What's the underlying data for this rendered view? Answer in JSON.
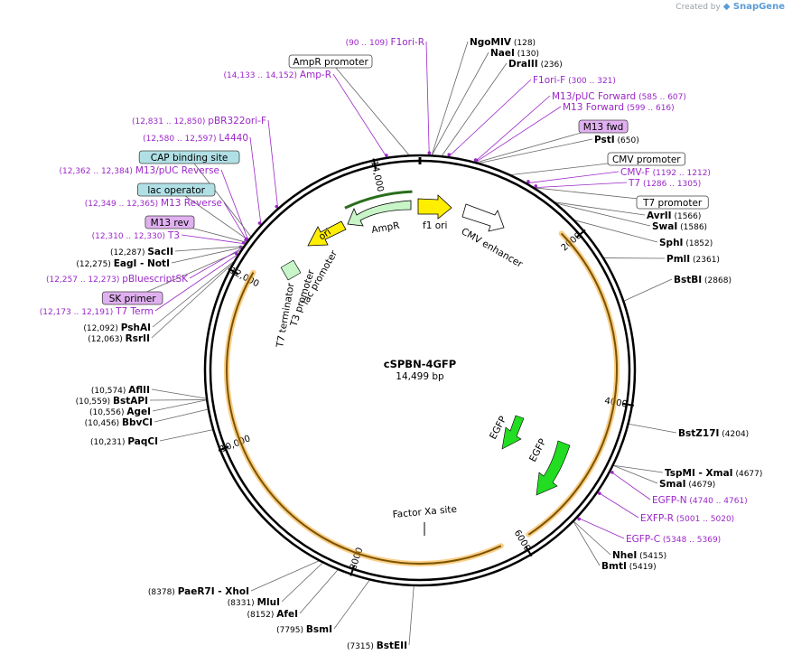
{
  "watermark": {
    "created_by": "Created by",
    "brand": "SnapGene"
  },
  "plasmid": {
    "name": "cSPBN-4GFP",
    "length_label": "14,499 bp",
    "length": 14499
  },
  "colors": {
    "enzyme": "#000000",
    "primer": "#9b27c8",
    "feature_box": "#b0e0e6",
    "primer_box": "#e0b0f0",
    "orf": "#f5a623",
    "gfp": "#22dd22",
    "ampr": "#c8f5c8",
    "ori": "#ffee00",
    "dark_green": "#2a6e1c"
  },
  "ticks": [
    {
      "pos": 2000,
      "label": "2000"
    },
    {
      "pos": 4000,
      "label": "4000"
    },
    {
      "pos": 6000,
      "label": "6000"
    },
    {
      "pos": 8000,
      "label": "8000"
    },
    {
      "pos": 10000,
      "label": "10,000"
    },
    {
      "pos": 12000,
      "label": "12,000"
    },
    {
      "pos": 14000,
      "label": "14,000"
    }
  ],
  "labels": [
    {
      "id": "f1ori-r",
      "kind": "primer",
      "name": "F1ori-R",
      "range": "(90 .. 109)",
      "side": "left",
      "pos": 99
    },
    {
      "id": "ngomiv",
      "kind": "enzyme",
      "name": "NgoMIV",
      "range": "(128)",
      "side": "right",
      "pos": 128
    },
    {
      "id": "nae",
      "kind": "enzyme",
      "name": "NaeI",
      "range": "(130)",
      "side": "right",
      "pos": 130
    },
    {
      "id": "draiii",
      "kind": "enzyme",
      "name": "DraIII",
      "range": "(236)",
      "side": "right",
      "pos": 236
    },
    {
      "id": "f1ori-f",
      "kind": "primer",
      "name": "F1ori-F",
      "range": "(300 .. 321)",
      "side": "right",
      "pos": 310
    },
    {
      "id": "m13puc-fwd",
      "kind": "primer",
      "name": "M13/pUC Forward",
      "range": "(585 .. 607)",
      "side": "right",
      "pos": 596
    },
    {
      "id": "m13-forward",
      "kind": "primer",
      "name": "M13 Forward",
      "range": "(599 .. 616)",
      "side": "right",
      "pos": 607
    },
    {
      "id": "m13-fwd-box",
      "kind": "primerbox",
      "name": "M13 fwd",
      "range": "",
      "side": "right",
      "pos": 620
    },
    {
      "id": "psti",
      "kind": "enzyme",
      "name": "PstI",
      "range": "(650)",
      "side": "right",
      "pos": 650
    },
    {
      "id": "cmv-promoter",
      "kind": "featbox-white",
      "name": "CMV promoter",
      "range": "",
      "side": "right",
      "pos": 1010
    },
    {
      "id": "cmv-f",
      "kind": "primer",
      "name": "CMV-F",
      "range": "(1192 .. 1212)",
      "side": "right",
      "pos": 1202
    },
    {
      "id": "t7",
      "kind": "primer",
      "name": "T7",
      "range": "(1286 .. 1305)",
      "side": "right",
      "pos": 1295
    },
    {
      "id": "t7-promoter",
      "kind": "featbox-white",
      "name": "T7 promoter",
      "range": "",
      "side": "right",
      "pos": 1300
    },
    {
      "id": "avrii",
      "kind": "enzyme",
      "name": "AvrII",
      "range": "(1566)",
      "side": "right",
      "pos": 1566
    },
    {
      "id": "swai",
      "kind": "enzyme",
      "name": "SwaI",
      "range": "(1586)",
      "side": "right",
      "pos": 1586
    },
    {
      "id": "sphi",
      "kind": "enzyme",
      "name": "SphI",
      "range": "(1852)",
      "side": "right",
      "pos": 1852
    },
    {
      "id": "pmli",
      "kind": "enzyme",
      "name": "PmlI",
      "range": "(2361)",
      "side": "right",
      "pos": 2361
    },
    {
      "id": "bstbi",
      "kind": "enzyme",
      "name": "BstBI",
      "range": "(2868)",
      "side": "right",
      "pos": 2868
    },
    {
      "id": "bstz17i",
      "kind": "enzyme",
      "name": "BstZ17I",
      "range": "(4204)",
      "side": "right",
      "pos": 4204
    },
    {
      "id": "tspmi",
      "kind": "enzyme",
      "name": "TspMI",
      "name2": "- XmaI",
      "range": "(4677)",
      "side": "right",
      "pos": 4677
    },
    {
      "id": "smai",
      "kind": "enzyme",
      "name": "SmaI",
      "range": "(4679)",
      "side": "right",
      "pos": 4679
    },
    {
      "id": "egfp-n",
      "kind": "primer",
      "name": "EGFP-N",
      "range": "(4740 .. 4761)",
      "side": "right",
      "pos": 4750
    },
    {
      "id": "exfp-r",
      "kind": "primer",
      "name": "EXFP-R",
      "range": "(5001 .. 5020)",
      "side": "right",
      "pos": 5010
    },
    {
      "id": "egfp-c",
      "kind": "primer",
      "name": "EGFP-C",
      "range": "(5348 .. 5369)",
      "side": "right",
      "pos": 5358
    },
    {
      "id": "nhei",
      "kind": "enzyme",
      "name": "NheI",
      "range": "(5415)",
      "side": "right",
      "pos": 5415
    },
    {
      "id": "bmti",
      "kind": "enzyme",
      "name": "BmtI",
      "range": "(5419)",
      "side": "right",
      "pos": 5419
    },
    {
      "id": "bsteii",
      "kind": "enzyme",
      "name": "BstEII",
      "range": "(7315)",
      "side": "left",
      "pos": 7315
    },
    {
      "id": "bsmi",
      "kind": "enzyme",
      "name": "BsmI",
      "range": "(7795)",
      "side": "left",
      "pos": 7795
    },
    {
      "id": "afei",
      "kind": "enzyme",
      "name": "AfeI",
      "range": "(8152)",
      "side": "left",
      "pos": 8152
    },
    {
      "id": "mlui",
      "kind": "enzyme",
      "name": "MluI",
      "range": "(8331)",
      "side": "left",
      "pos": 8331
    },
    {
      "id": "paer7i",
      "kind": "enzyme",
      "name": "PaeR7I",
      "name2": "- XhoI",
      "range": "(8378)",
      "side": "left",
      "pos": 8378
    },
    {
      "id": "paqci",
      "kind": "enzyme",
      "name": "PaqCI",
      "range": "(10,231)",
      "side": "left",
      "pos": 10231
    },
    {
      "id": "bbvci",
      "kind": "enzyme",
      "name": "BbvCI",
      "range": "(10,456)",
      "side": "left",
      "pos": 10456
    },
    {
      "id": "agei",
      "kind": "enzyme",
      "name": "AgeI",
      "range": "(10,556)",
      "side": "left",
      "pos": 10556
    },
    {
      "id": "bstapi",
      "kind": "enzyme",
      "name": "BstAPI",
      "range": "(10,559)",
      "side": "left",
      "pos": 10559
    },
    {
      "id": "aflii",
      "kind": "enzyme",
      "name": "AflII",
      "range": "(10,574)",
      "side": "left",
      "pos": 10574
    },
    {
      "id": "rsrii",
      "kind": "enzyme",
      "name": "RsrII",
      "range": "(12,063)",
      "side": "left",
      "pos": 12063
    },
    {
      "id": "pshai",
      "kind": "enzyme",
      "name": "PshAI",
      "range": "(12,092)",
      "side": "left",
      "pos": 12092
    },
    {
      "id": "t7-term",
      "kind": "primer",
      "name": "T7 Term",
      "range": "(12,173 .. 12,191)",
      "side": "left",
      "pos": 12182
    },
    {
      "id": "sk-primer",
      "kind": "primerbox",
      "name": "SK primer",
      "range": "",
      "side": "left",
      "pos": 12230
    },
    {
      "id": "pbluescriptsk",
      "kind": "primer",
      "name": "pBluescriptSK",
      "range": "(12,257 .. 12,273)",
      "side": "left",
      "pos": 12265
    },
    {
      "id": "eagi",
      "kind": "enzyme",
      "name": "EagI",
      "name2": "- NotI",
      "range": "(12,275)",
      "side": "left",
      "pos": 12275
    },
    {
      "id": "sacii",
      "kind": "enzyme",
      "name": "SacII",
      "range": "(12,287)",
      "side": "left",
      "pos": 12287
    },
    {
      "id": "t3",
      "kind": "primer",
      "name": "T3",
      "range": "(12,310 .. 12,330)",
      "side": "left",
      "pos": 12320
    },
    {
      "id": "m13-rev-box",
      "kind": "primerbox",
      "name": "M13 rev",
      "range": "",
      "side": "left",
      "pos": 12340
    },
    {
      "id": "m13-reverse",
      "kind": "primer",
      "name": "M13 Reverse",
      "range": "(12,349 .. 12,365)",
      "side": "left",
      "pos": 12357
    },
    {
      "id": "lac-operator",
      "kind": "featbox",
      "name": "lac operator",
      "range": "",
      "side": "left",
      "pos": 12372
    },
    {
      "id": "m13puc-rev",
      "kind": "primer",
      "name": "M13/pUC Reverse",
      "range": "(12,362 .. 12,384)",
      "side": "left",
      "pos": 12373
    },
    {
      "id": "cap-binding-site",
      "kind": "featbox",
      "name": "CAP binding site",
      "range": "",
      "side": "left",
      "pos": 12420
    },
    {
      "id": "l4440",
      "kind": "primer",
      "name": "L4440",
      "range": "(12,580 .. 12,597)",
      "side": "left",
      "pos": 12588
    },
    {
      "id": "pbr322ori-f",
      "kind": "primer",
      "name": "pBR322ori-F",
      "range": "(12,831 .. 12,850)",
      "side": "left",
      "pos": 12840
    },
    {
      "id": "amp-r",
      "kind": "primer",
      "name": "Amp-R",
      "range": "(14,133 .. 14,152)",
      "side": "left",
      "pos": 14142
    },
    {
      "id": "ampr-promoter",
      "kind": "featbox-white",
      "name": "AmpR promoter",
      "range": "",
      "side": "left",
      "pos": 14380
    }
  ],
  "features": [
    {
      "id": "feat-ampr",
      "name": "AmpR"
    },
    {
      "id": "feat-ori",
      "name": "ori"
    },
    {
      "id": "feat-f1ori",
      "name": "f1 ori"
    },
    {
      "id": "feat-cmv-enh",
      "name": "CMV enhancer"
    },
    {
      "id": "feat-egfp1",
      "name": "EGFP"
    },
    {
      "id": "feat-egfp2",
      "name": "EGFP"
    },
    {
      "id": "feat-factorxa",
      "name": "Factor Xa site"
    },
    {
      "id": "feat-lacprom",
      "name": "lac promoter"
    },
    {
      "id": "feat-t3prom",
      "name": "T3 promoter"
    },
    {
      "id": "feat-t7term",
      "name": "T7 terminator"
    }
  ]
}
